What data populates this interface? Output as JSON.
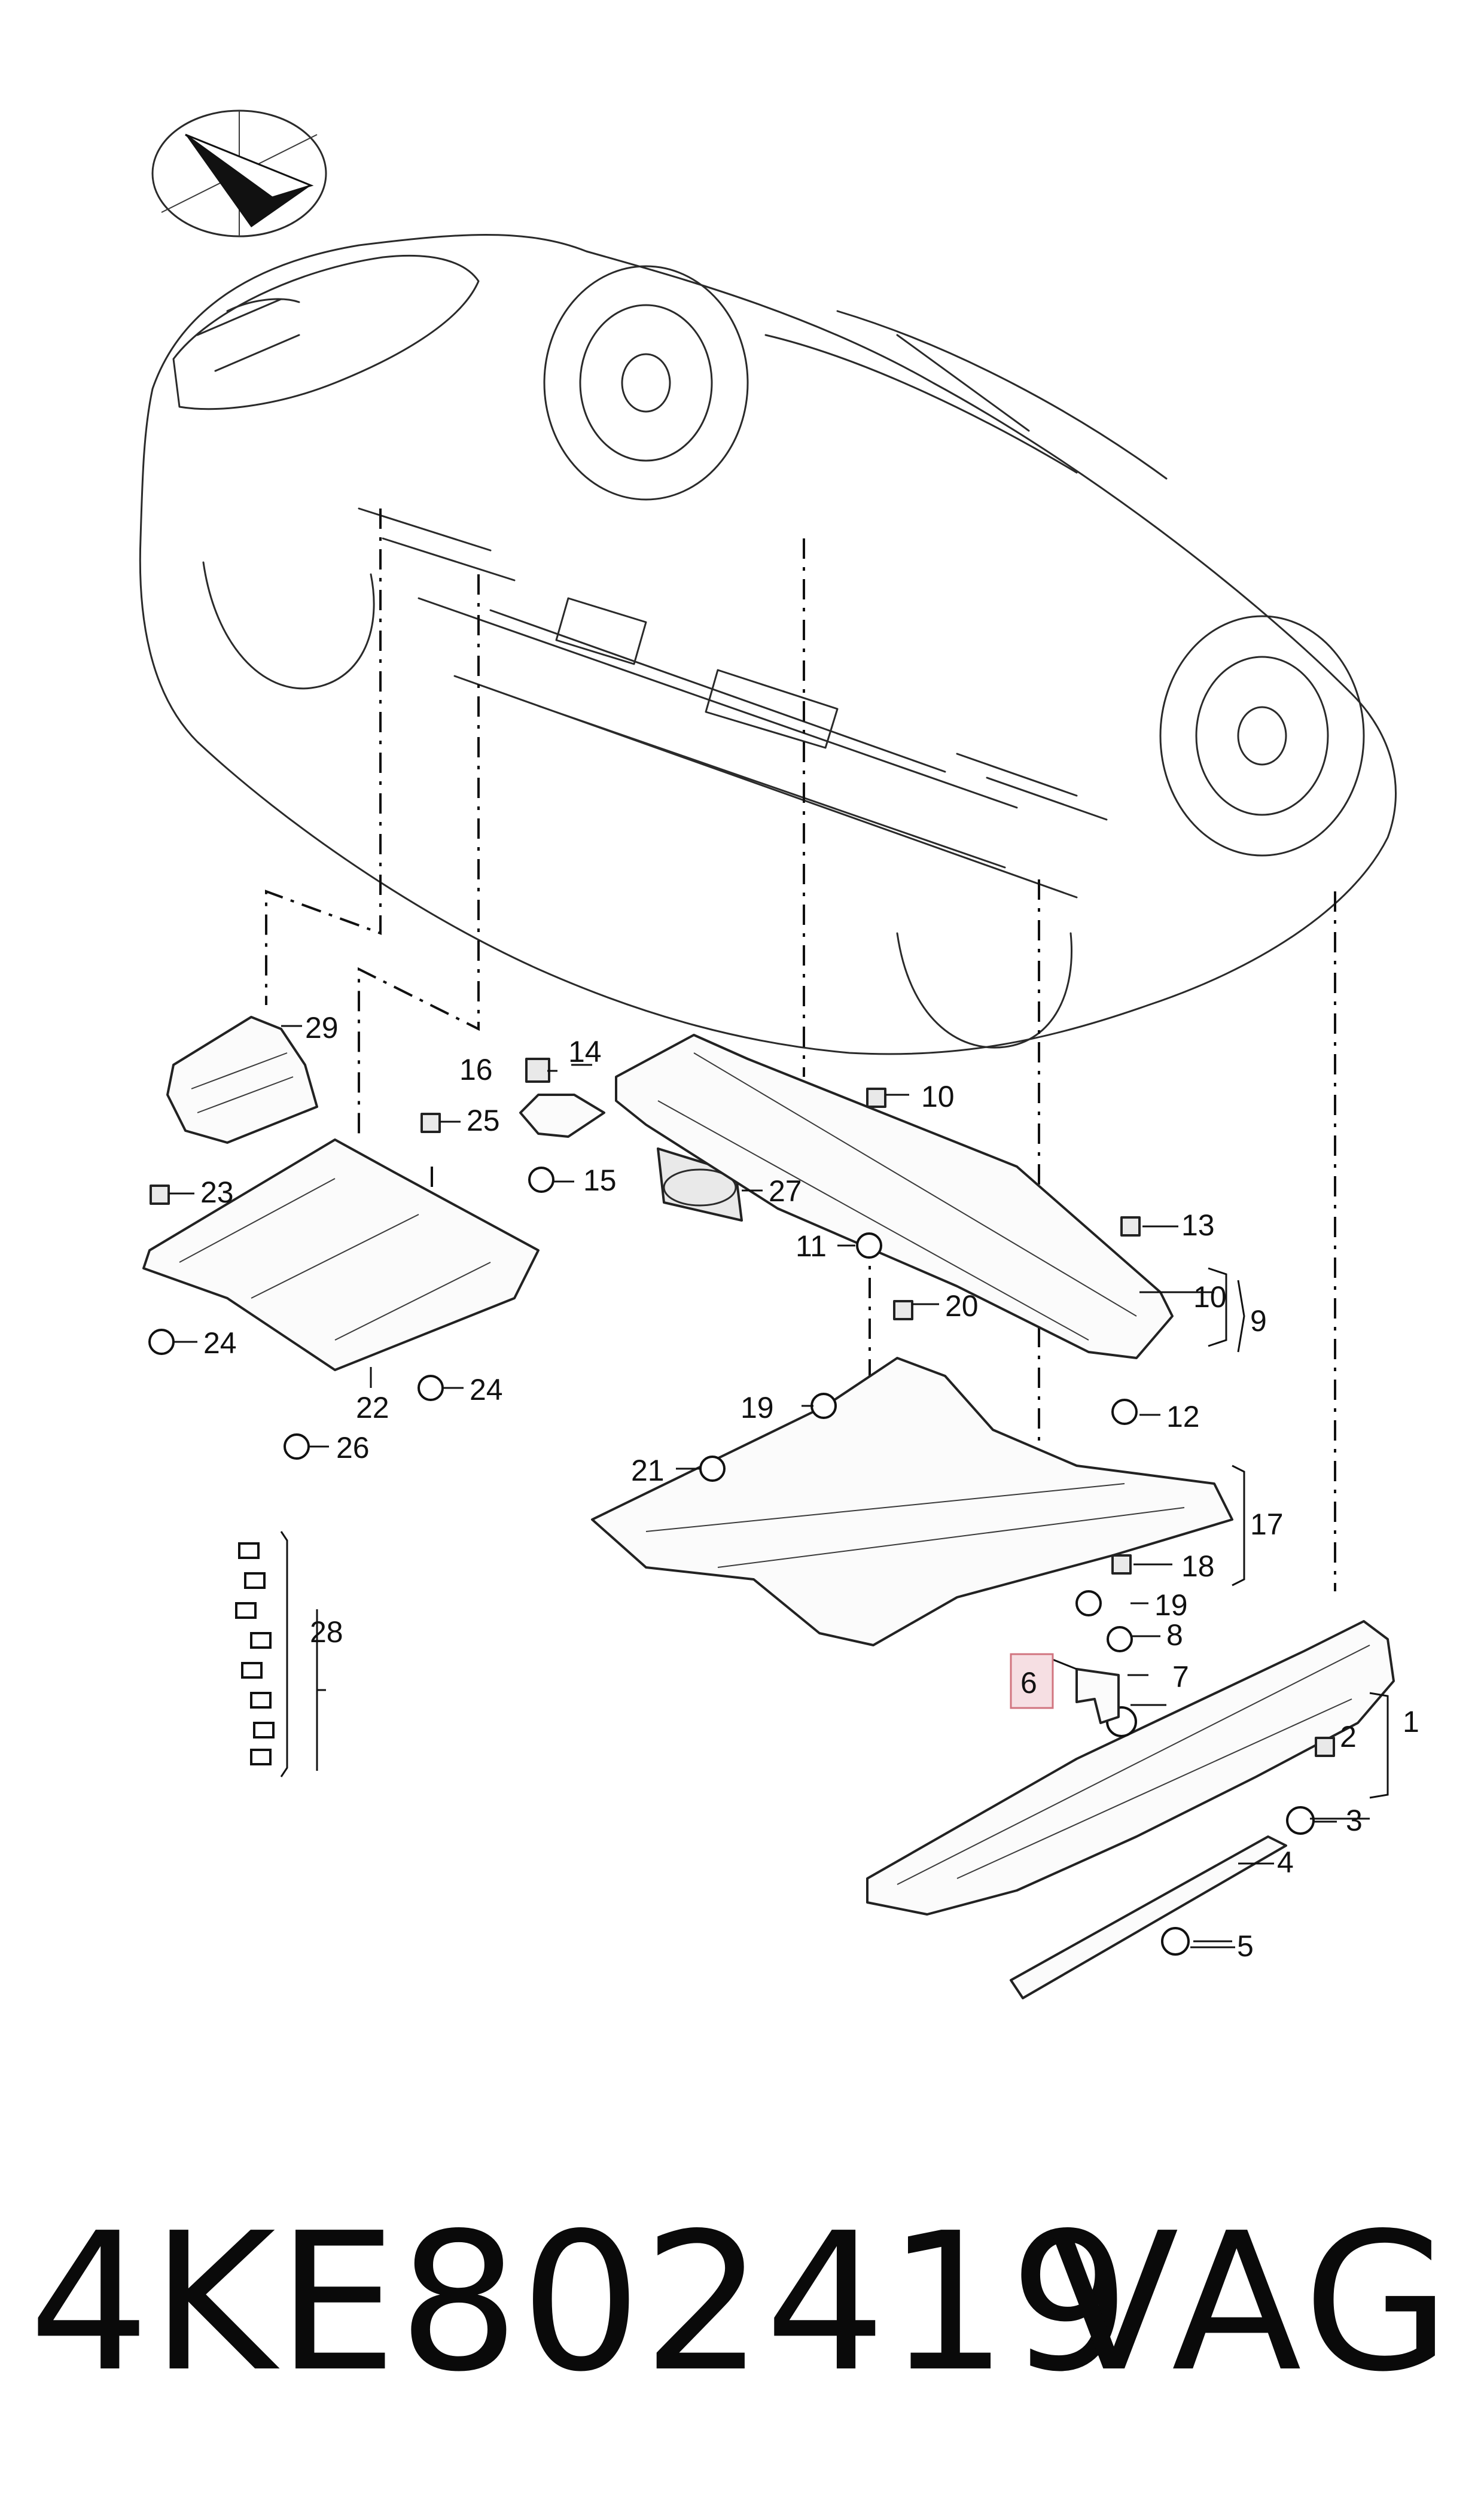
{
  "callouts": {
    "c1": "1",
    "c2": "2",
    "c3": "3",
    "c4": "4",
    "c5": "5",
    "c6": "6",
    "c7": "7",
    "c8": "8",
    "c9": "9",
    "c10a": "10",
    "c10b": "10",
    "c11": "11",
    "c12": "12",
    "c13": "13",
    "c14": "14",
    "c15": "15",
    "c16": "16",
    "c17": "17",
    "c18": "18",
    "c19a": "19",
    "c19b": "19",
    "c20": "20",
    "c21": "21",
    "c22": "22",
    "c23": "23",
    "c24a": "24",
    "c24b": "24",
    "c25": "25",
    "c26": "26",
    "c27": "27",
    "c28": "28",
    "c29": "29"
  },
  "highlighted_callout": "6",
  "highlight_color": "#f6dfe3",
  "footer": {
    "part_number": "4KE802419",
    "brand": "VAG"
  },
  "icons": {
    "orientation": "orientation-arrow-icon"
  }
}
